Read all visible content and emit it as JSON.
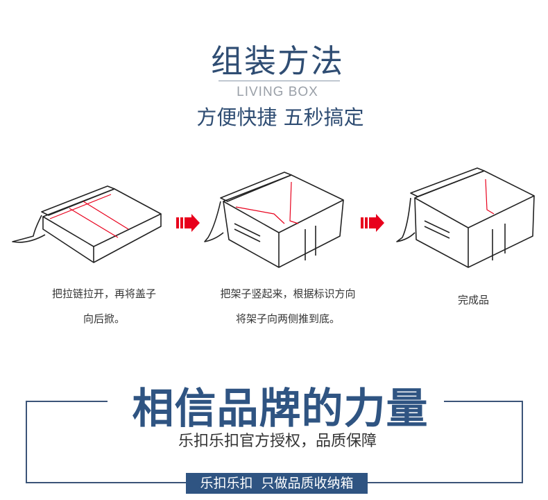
{
  "header": {
    "title": "组装方法",
    "subtitle_en": "LIVING BOX",
    "tagline": "方便快捷 五秒搞定"
  },
  "steps": [
    {
      "line1": "把拉链拉开，再将盖子",
      "line2": "向后掀。"
    },
    {
      "line1": "把架子竖起来，根据标识方向",
      "line2": "将架子向两侧推到底。"
    },
    {
      "line1": "完成品",
      "line2": ""
    }
  ],
  "brand": {
    "headline": "相信品牌的力量",
    "slogan": "乐扣乐扣官方授权，品质保障",
    "tag": "乐扣乐扣  只做品质收纳箱"
  },
  "colors": {
    "navy": "#2f4d73",
    "red": "#e8001c",
    "line": "#3b5478"
  }
}
